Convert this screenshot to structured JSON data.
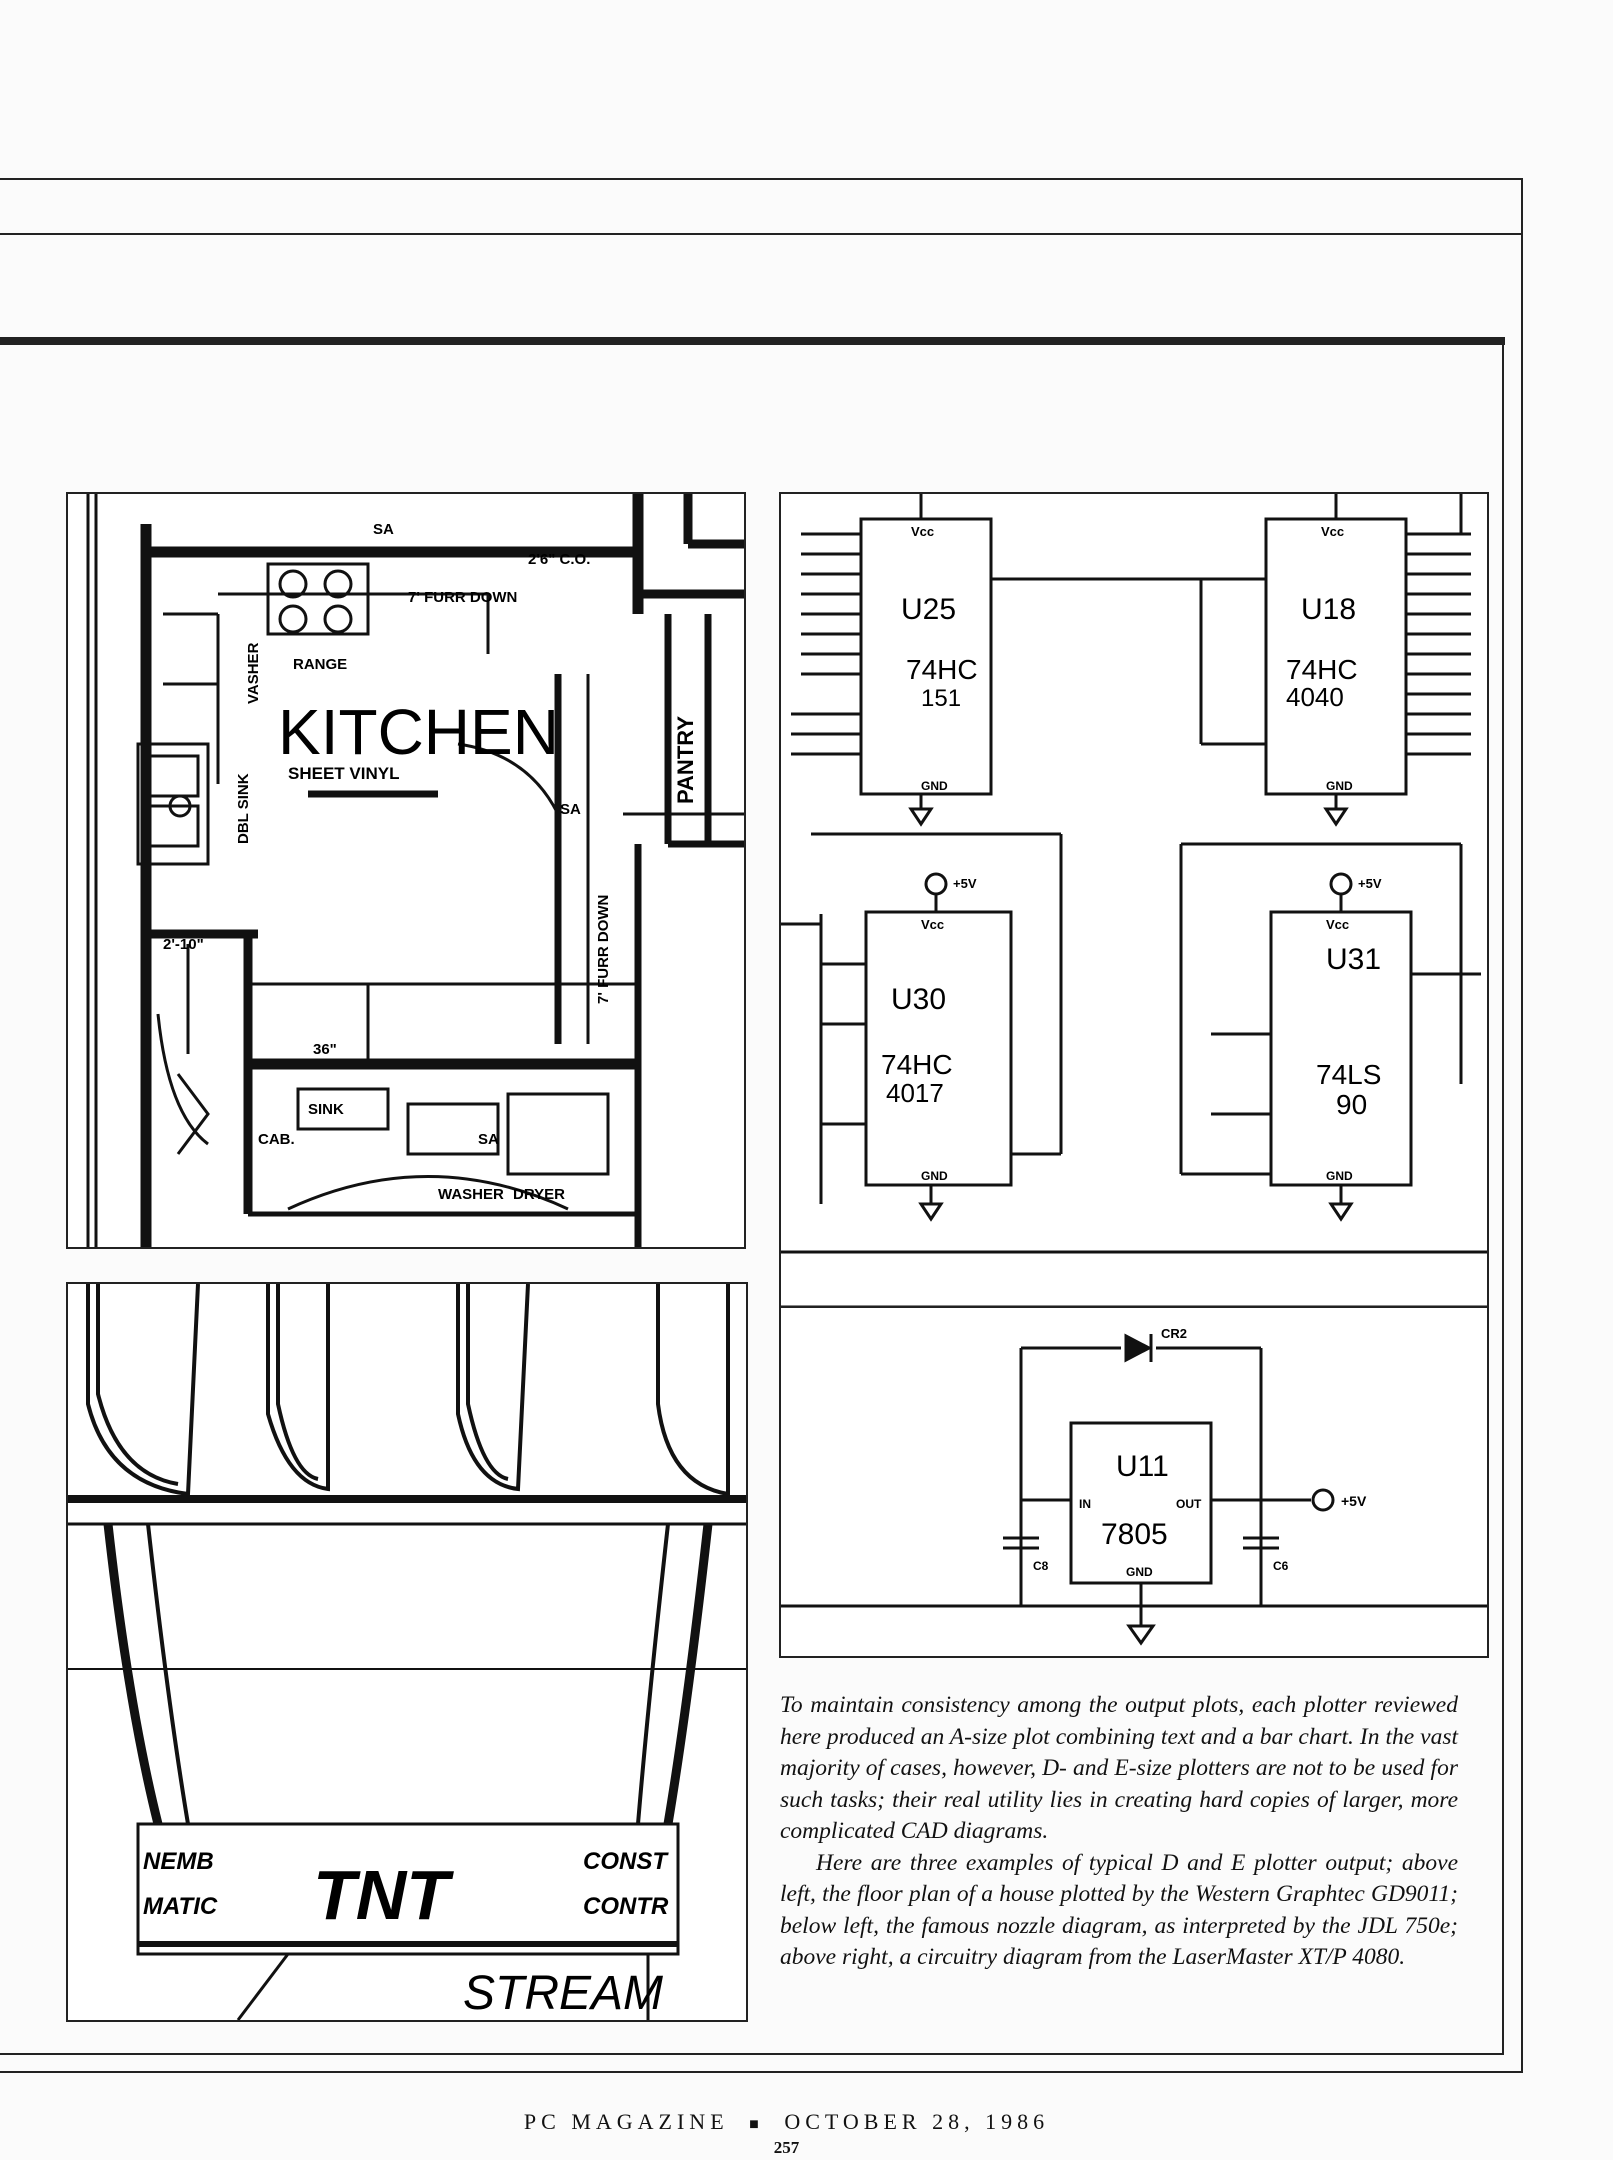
{
  "floor_plan": {
    "room": "KITCHEN",
    "floor_note": "SHEET VINYL",
    "labels": {
      "range": "RANGE",
      "pantry": "PANTRY",
      "cab": "CAB.",
      "washer": "WASHER",
      "dryer": "DRYER",
      "sink": "SINK",
      "sa1": "SA",
      "sa2": "SA",
      "sa3": "SA",
      "co": "2'6\" C.O.",
      "furr_down_top": "7' FURR DOWN",
      "furr_down_side": "7' FURR DOWN",
      "dim_36": "36\"",
      "dim_10": "2'-10\"",
      "sink_label": "DBL SINK",
      "disp_label": "VASHER"
    }
  },
  "nozzle": {
    "text_left_1": "NEMB",
    "text_left_2": "MATIC",
    "text_right_1": "CONST",
    "text_right_2": "CONTR",
    "logo": "TNT",
    "bottom": "STREAM"
  },
  "circuit": {
    "chips": [
      {
        "ref": "U25",
        "part": "74HC",
        "part2": "151"
      },
      {
        "ref": "U18",
        "part": "74HC",
        "part2": "4040"
      },
      {
        "ref": "U30",
        "part": "74HC",
        "part2": "4017"
      },
      {
        "ref": "U31",
        "part": "74LS",
        "part2": "90"
      }
    ],
    "vcc": "Vcc",
    "gnd": "GND",
    "plus5v": "+5V",
    "regulator": {
      "ref": "U11",
      "part": "7805",
      "in": "IN",
      "out": "OUT",
      "gnd": "GND",
      "plus5v": "+5V",
      "diode": "CR2",
      "cap_left": "C8",
      "cap_right": "C6"
    }
  },
  "caption": {
    "p1": "To maintain consistency among the output plots, each plotter reviewed here produced an A-size plot combining text and a bar chart. In the vast majority of cases, however, D- and E-size plotters are not to be used for such tasks; their real utility lies in creating hard copies of larger, more complicated CAD diagrams.",
    "p2": "Here are three examples of typical D and E plotter output; above left, the floor plan of a house plotted by the Western Graphtec GD9011; below left, the famous nozzle diagram, as interpreted by the JDL 750e; above right, a circuitry diagram from the LaserMaster XT/P 4080."
  },
  "footer": {
    "magazine": "PC MAGAZINE",
    "separator": "■",
    "date": "OCTOBER 28, 1986",
    "page": "257"
  }
}
